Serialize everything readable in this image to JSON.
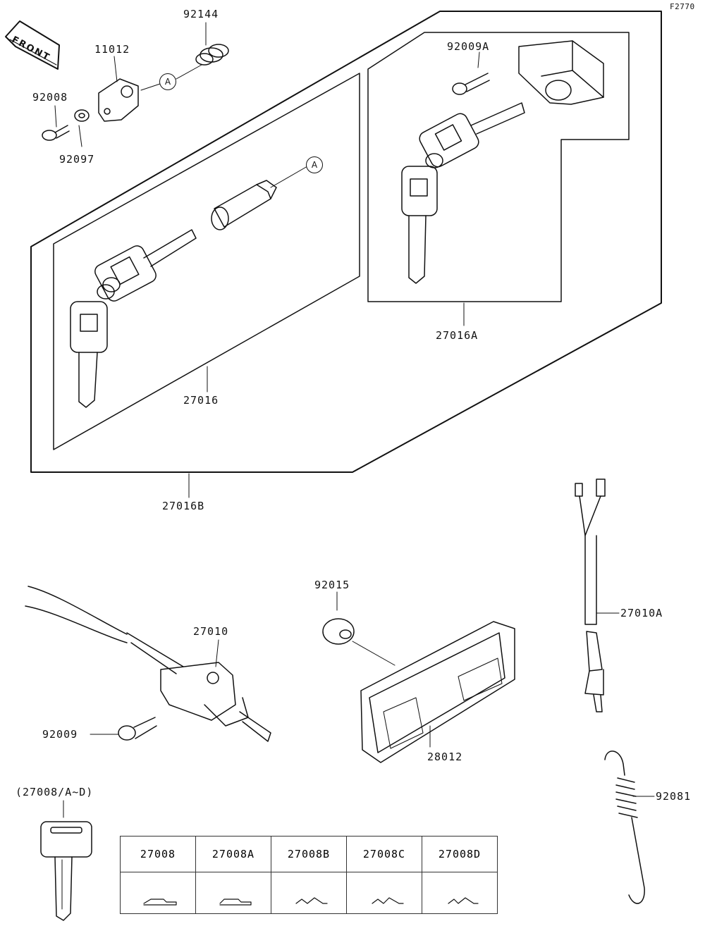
{
  "figure_id": "F2770",
  "front_label": "FRONT",
  "callout_letter": "A",
  "parts": {
    "p92144": "92144",
    "p11012": "11012",
    "p92008": "92008",
    "p92097": "92097",
    "p92009A": "92009A",
    "p27016": "27016",
    "p27016A": "27016A",
    "p27016B": "27016B",
    "p27010": "27010",
    "p92015": "92015",
    "p27010A": "27010A",
    "p92009": "92009",
    "p28012": "28012",
    "p92081": "92081",
    "p27008_group": "(27008/A~D)"
  },
  "key_table": {
    "columns": [
      "27008",
      "27008A",
      "27008B",
      "27008C",
      "27008D"
    ]
  }
}
